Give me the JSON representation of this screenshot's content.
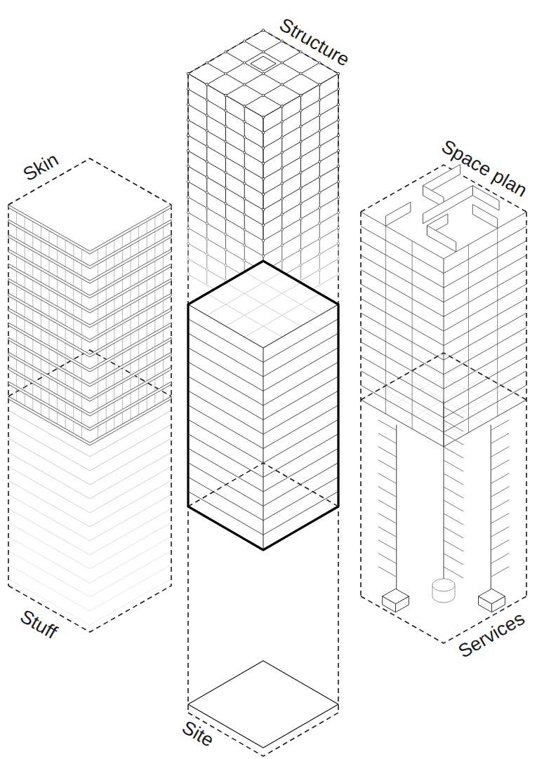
{
  "diagram": {
    "labels": [
      "Structure",
      "Skin",
      "Space plan",
      "Stuff",
      "Services",
      "Site"
    ]
  }
}
